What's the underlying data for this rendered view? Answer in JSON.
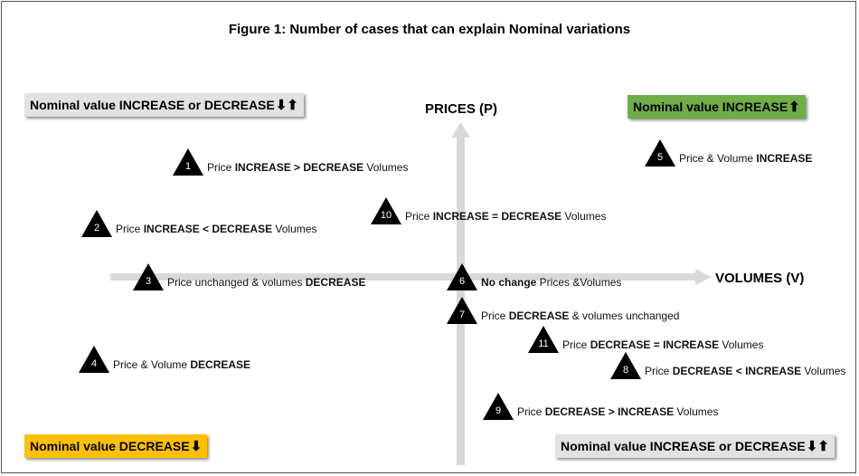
{
  "title": "Figure 1: Number of cases that can explain Nominal variations",
  "axes": {
    "y_label": "PRICES (P)",
    "x_label": "VOLUMES (V)"
  },
  "quadrant_boxes": {
    "top_left": {
      "text": "Nominal value INCREASE or DECREASE",
      "arrows": "⬇⬆",
      "color": "#e2e2e2"
    },
    "top_right": {
      "text": "Nominal value INCREASE",
      "arrows": "⬆",
      "color": "#70ad47"
    },
    "bottom_left": {
      "text": "Nominal value DECREASE",
      "arrows": "⬇",
      "color": "#ffc000"
    },
    "bottom_right": {
      "text": "Nominal value INCREASE or DECREASE",
      "arrows": "⬇⬆",
      "color": "#e2e2e2"
    }
  },
  "cases": [
    {
      "num": "1",
      "parts": [
        [
          "Price ",
          false
        ],
        [
          "INCREASE",
          true
        ],
        [
          " > ",
          true
        ],
        [
          "DECREASE",
          true
        ],
        [
          " Volumes",
          false
        ]
      ]
    },
    {
      "num": "2",
      "parts": [
        [
          "Price ",
          false
        ],
        [
          "INCREASE",
          true
        ],
        [
          " < ",
          true
        ],
        [
          "DECREASE",
          true
        ],
        [
          " Volumes",
          false
        ]
      ]
    },
    {
      "num": "3",
      "parts": [
        [
          "Price unchanged & volumes ",
          false
        ],
        [
          "DECREASE",
          true
        ]
      ]
    },
    {
      "num": "4",
      "parts": [
        [
          "Price & Volume ",
          false
        ],
        [
          "DECREASE",
          true
        ]
      ]
    },
    {
      "num": "5",
      "parts": [
        [
          "Price & Volume ",
          false
        ],
        [
          "INCREASE",
          true
        ]
      ]
    },
    {
      "num": "6",
      "parts": [
        [
          "No change",
          true
        ],
        [
          " Prices &Volumes",
          false
        ]
      ]
    },
    {
      "num": "7",
      "parts": [
        [
          "Price ",
          false
        ],
        [
          "DECREASE",
          true
        ],
        [
          " & volumes unchanged",
          false
        ]
      ]
    },
    {
      "num": "8",
      "parts": [
        [
          "Price ",
          false
        ],
        [
          "DECREASE",
          true
        ],
        [
          " < ",
          true
        ],
        [
          "INCREASE",
          true
        ],
        [
          " Volumes",
          false
        ]
      ]
    },
    {
      "num": "9",
      "parts": [
        [
          "Price ",
          false
        ],
        [
          "DECREASE",
          true
        ],
        [
          " > ",
          true
        ],
        [
          "INCREASE",
          true
        ],
        [
          " Volumes",
          false
        ]
      ]
    },
    {
      "num": "10",
      "parts": [
        [
          "Price ",
          false
        ],
        [
          "INCREASE",
          true
        ],
        [
          " = ",
          true
        ],
        [
          "DECREASE",
          true
        ],
        [
          " Volumes",
          false
        ]
      ]
    },
    {
      "num": "11",
      "parts": [
        [
          "Price ",
          false
        ],
        [
          "DECREASE",
          true
        ],
        [
          " = ",
          true
        ],
        [
          "INCREASE",
          true
        ],
        [
          " Volumes",
          false
        ]
      ]
    }
  ],
  "colors": {
    "axis": "#d9d9d9",
    "triangle": "#000000"
  }
}
